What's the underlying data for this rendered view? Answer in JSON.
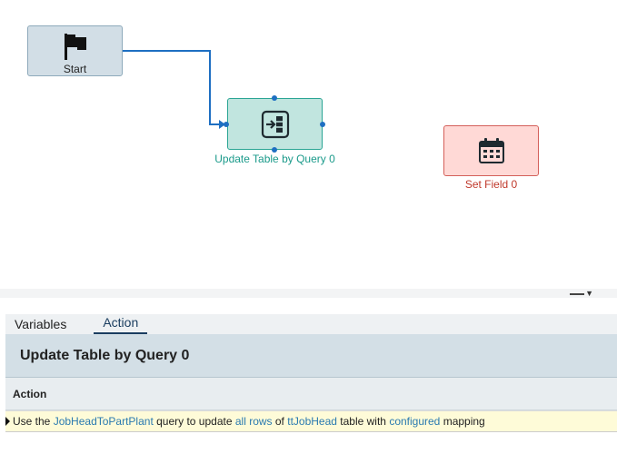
{
  "canvas": {
    "nodes": {
      "start": {
        "label": "Start",
        "icon": "flag-icon"
      },
      "update_table": {
        "label": "Update Table by Query 0",
        "icon": "update-table-icon"
      },
      "set_field": {
        "label": "Set Field 0",
        "icon": "calendar-icon"
      }
    }
  },
  "tabs": [
    {
      "label": "Variables"
    },
    {
      "label": "Action"
    }
  ],
  "panel": {
    "title": "Update Table by Query 0",
    "section_title": "Action",
    "action": {
      "t1": "Use the ",
      "query_link": "JobHeadToPartPlant",
      "t2": " query to update ",
      "rows_link": "all rows",
      "t3": " of ",
      "table_link": "ttJobHead",
      "t4": " table with ",
      "mapping_link": "configured",
      "t5": " mapping"
    }
  },
  "colors": {
    "connector": "#1e6fc2",
    "update_fill": "#c1e5df",
    "update_border": "#2aa594",
    "setfield_fill": "#ffd9d6",
    "setfield_border": "#d4605a",
    "link": "#2a7ab0"
  }
}
